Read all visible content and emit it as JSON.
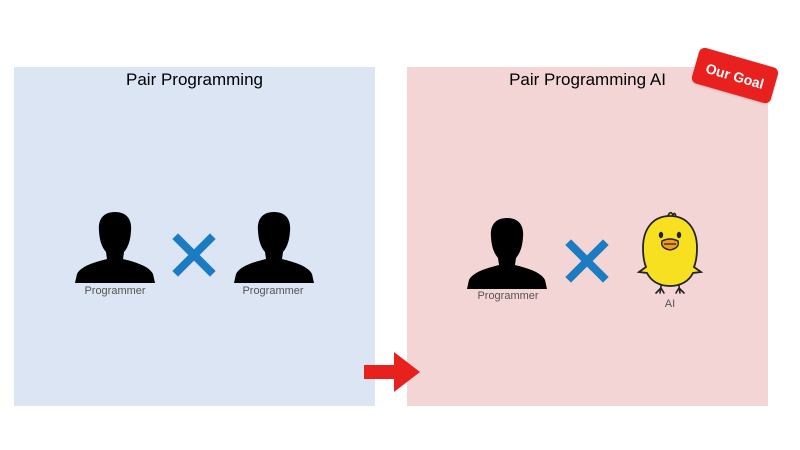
{
  "colors": {
    "left_panel_bg": "#dbe5f3",
    "right_panel_bg": "#f4d5d6",
    "cross": "#1c7cc2",
    "arrow": "#e8211f",
    "badge": "#e8211f",
    "chick": "#f7e020"
  },
  "left_panel": {
    "title": "Pair Programming",
    "person_a_label": "Programmer",
    "person_b_label": "Programmer",
    "connector_icon": "cross-icon"
  },
  "right_panel": {
    "title": "Pair Programming AI",
    "person_label": "Programmer",
    "ai_label": "AI",
    "connector_icon": "cross-icon",
    "badge": "Our Goal"
  },
  "transition_icon": "arrow-right-icon"
}
